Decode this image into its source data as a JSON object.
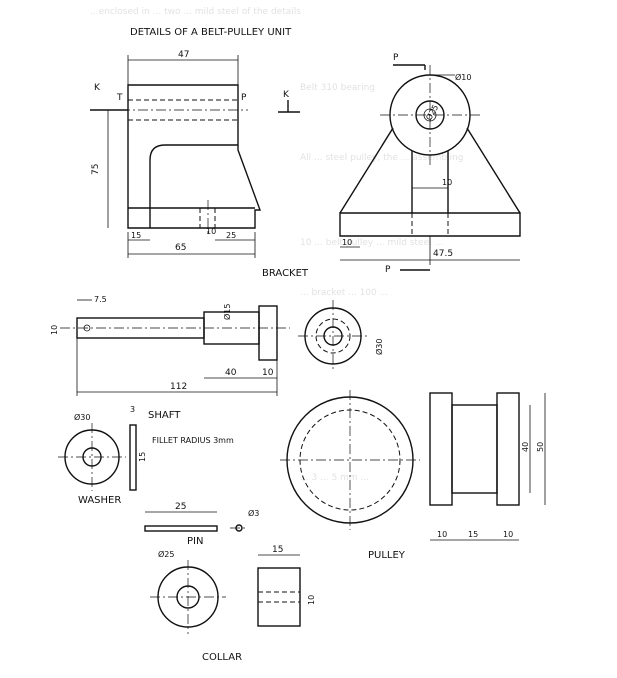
{
  "title": "DETAILS OF A BELT-PULLEY UNIT",
  "bracket": {
    "label": "BRACKET",
    "front_view_dims": {
      "width": "47",
      "height": "75",
      "left": "15",
      "base_len": "65",
      "slot": "25",
      "gap": "10"
    },
    "side_view_dims": {
      "hole": "Ø10",
      "boss": "Ø25",
      "web": "10",
      "base_left": "10",
      "base_half": "47.5"
    },
    "marks": {
      "K": "K",
      "T": "T",
      "P": "P"
    }
  },
  "shaft": {
    "label": "SHAFT",
    "dims": {
      "end": "7.5",
      "dia": "10",
      "collar_dia": "Ø15",
      "body_len": "40",
      "head_len": "10",
      "total": "112",
      "head_dia": "Ø30"
    }
  },
  "washer": {
    "label": "WASHER",
    "dims": {
      "outer": "Ø30",
      "thick": "3",
      "inner": "15"
    },
    "note": "FILLET RADIUS 3mm"
  },
  "pin": {
    "label": "PIN",
    "dims": {
      "length": "25",
      "dia": "Ø3"
    }
  },
  "collar": {
    "label": "COLLAR",
    "dims": {
      "outer": "Ø25",
      "width": "15",
      "bore": "10"
    }
  },
  "pulley": {
    "label": "PULLEY",
    "dims": {
      "outer_h": "50",
      "inner_h": "40",
      "w1": "10",
      "w2": "15",
      "w3": "10"
    }
  },
  "background_text": [
    "...enclosed in ... two ... mild steel of the details",
    "Belt 310 bearing",
    "All ... steel pulley, the ... assembling",
    "10 ... belt pulley ... mild steel ...",
    "... bracket ... 100 ...",
    "... 3 ... 5 mm ..."
  ]
}
